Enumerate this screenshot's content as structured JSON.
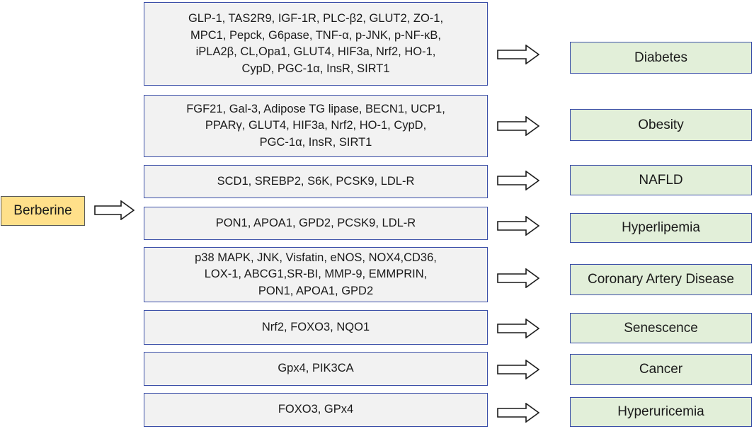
{
  "source": {
    "label": "Berberine"
  },
  "rows": [
    {
      "molecules": [
        "GLP-1, TAS2R9, IGF-1R, PLC-β2, GLUT2, ZO-1,",
        "MPC1, Pepck, G6pase, TNF-α, p-JNK, p-NF-κB,",
        "iPLA2β, CL,Opa1, GLUT4, HIF3a, Nrf2, HO-1,",
        "CypD, PGC-1α, InsR, SIRT1"
      ],
      "disease": "Diabetes"
    },
    {
      "molecules": [
        "FGF21, Gal-3, Adipose TG lipase, BECN1, UCP1,",
        "PPARγ, GLUT4, HIF3a, Nrf2, HO-1, CypD,",
        "PGC-1α, InsR, SIRT1"
      ],
      "disease": "Obesity"
    },
    {
      "molecules": [
        "SCD1, SREBP2, S6K, PCSK9, LDL-R"
      ],
      "disease": "NAFLD"
    },
    {
      "molecules": [
        "PON1, APOA1, GPD2, PCSK9, LDL-R"
      ],
      "disease": "Hyperlipemia"
    },
    {
      "molecules": [
        "p38 MAPK, JNK, Visfatin,  eNOS, NOX4,CD36,",
        "LOX-1, ABCG1,SR-BI, MMP-9, EMMPRIN,",
        "PON1, APOA1, GPD2"
      ],
      "disease": "Coronary Artery Disease"
    },
    {
      "molecules": [
        "Nrf2, FOXO3, NQO1"
      ],
      "disease": "Senescence"
    },
    {
      "molecules": [
        "Gpx4, PIK3CA"
      ],
      "disease": "Cancer"
    },
    {
      "molecules": [
        "FOXO3, GPx4"
      ],
      "disease": "Hyperuricemia"
    }
  ],
  "colors": {
    "source_fill": "#ffe08a",
    "molecule_fill": "#f2f2f2",
    "disease_fill": "#e2efd9",
    "box_border": "#3b4fa8",
    "arrow_stroke": "#1a1a1a"
  },
  "icons": {
    "connector": "hollow-right-arrow"
  }
}
